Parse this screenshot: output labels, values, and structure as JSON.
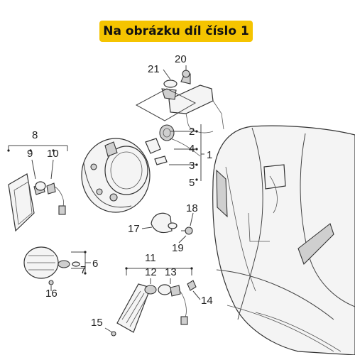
{
  "banner": {
    "text": "Na obrázku díl číslo 1",
    "color": "#f5c400"
  },
  "labels": [
    "1",
    "2",
    "3",
    "4",
    "5",
    "6",
    "7",
    "8",
    "9",
    "10",
    "11",
    "12",
    "13",
    "14",
    "15",
    "16",
    "17",
    "18",
    "19",
    "20",
    "21"
  ]
}
